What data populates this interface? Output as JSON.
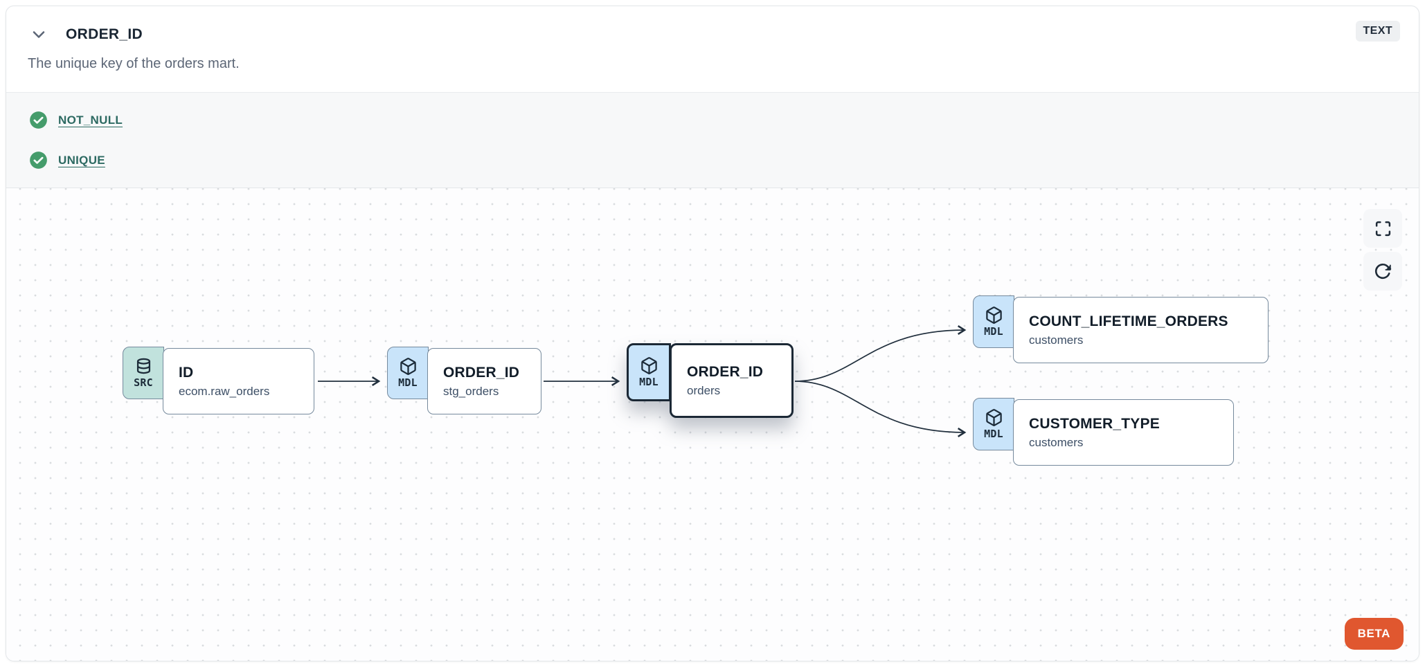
{
  "header": {
    "title": "ORDER_ID",
    "type_badge": "TEXT",
    "collapse_icon": "chevron-down-icon"
  },
  "description": "The unique key of the orders mart.",
  "tests": [
    {
      "icon": "check-circle-icon",
      "label": "NOT_NULL",
      "status": "pass"
    },
    {
      "icon": "check-circle-icon",
      "label": "UNIQUE",
      "status": "pass"
    }
  ],
  "lineage": {
    "nodes": [
      {
        "badge": "SRC",
        "icon": "database-icon",
        "title": "ID",
        "subtitle": "ecom.raw_orders",
        "selected": false
      },
      {
        "badge": "MDL",
        "icon": "cube-icon",
        "title": "ORDER_ID",
        "subtitle": "stg_orders",
        "selected": false
      },
      {
        "badge": "MDL",
        "icon": "cube-icon",
        "title": "ORDER_ID",
        "subtitle": "orders",
        "selected": true
      },
      {
        "badge": "MDL",
        "icon": "cube-icon",
        "title": "COUNT_LIFETIME_ORDERS",
        "subtitle": "customers",
        "selected": false
      },
      {
        "badge": "MDL",
        "icon": "cube-icon",
        "title": "CUSTOMER_TYPE",
        "subtitle": "customers",
        "selected": false
      }
    ],
    "edges": [
      {
        "from": "ID (ecom.raw_orders)",
        "to": "ORDER_ID (stg_orders)"
      },
      {
        "from": "ORDER_ID (stg_orders)",
        "to": "ORDER_ID (orders)"
      },
      {
        "from": "ORDER_ID (orders)",
        "to": "COUNT_LIFETIME_ORDERS (customers)"
      },
      {
        "from": "ORDER_ID (orders)",
        "to": "CUSTOMER_TYPE (customers)"
      }
    ],
    "controls": [
      {
        "icon": "fullscreen-icon"
      },
      {
        "icon": "refresh-icon"
      }
    ],
    "beta_label": "BETA"
  },
  "colors": {
    "beta-bg": "#e0572f",
    "check-green": "#459c6b",
    "link-teal": "#2d6a62",
    "src-badge-bg": "#c1e2dd",
    "mdl-badge-bg": "#c9e4fa",
    "node-border": "#75899c",
    "selected-border": "#1b2835",
    "edge-color": "#212f3d",
    "tests-bg": "#f7f8f9",
    "canvas-bg": "#fdfdfe",
    "title-color": "#1a2633",
    "muted-color": "#5c6676"
  }
}
